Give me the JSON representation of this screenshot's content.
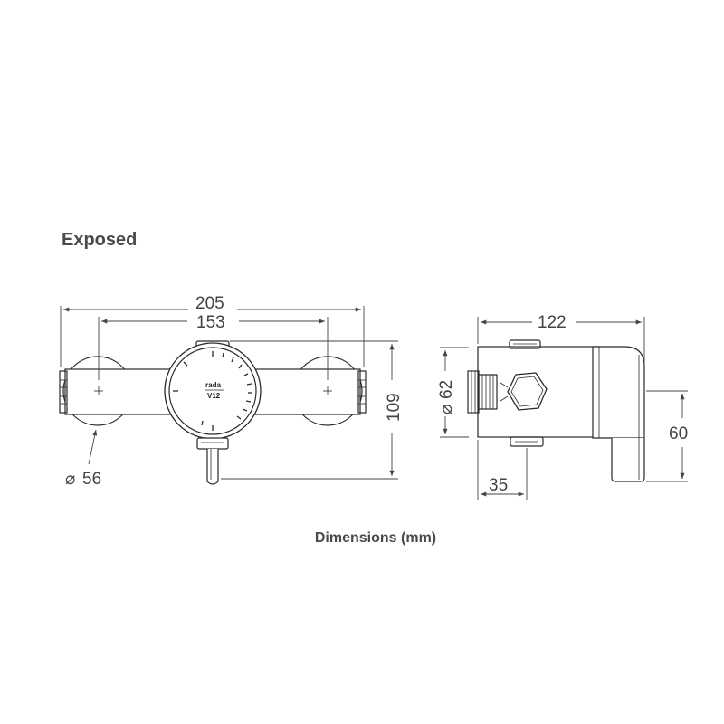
{
  "title": "Exposed",
  "caption": "Dimensions (mm)",
  "brand": {
    "logo_text": "rada",
    "model_text": "V12"
  },
  "dimensions": {
    "overall_width": "205",
    "centres": "153",
    "height": "109",
    "backplate_diameter": "56",
    "outlet_diameter": "62",
    "depth": "122",
    "outlet_offset": "35",
    "right_height": "60"
  },
  "diameter_symbol": "⌀"
}
